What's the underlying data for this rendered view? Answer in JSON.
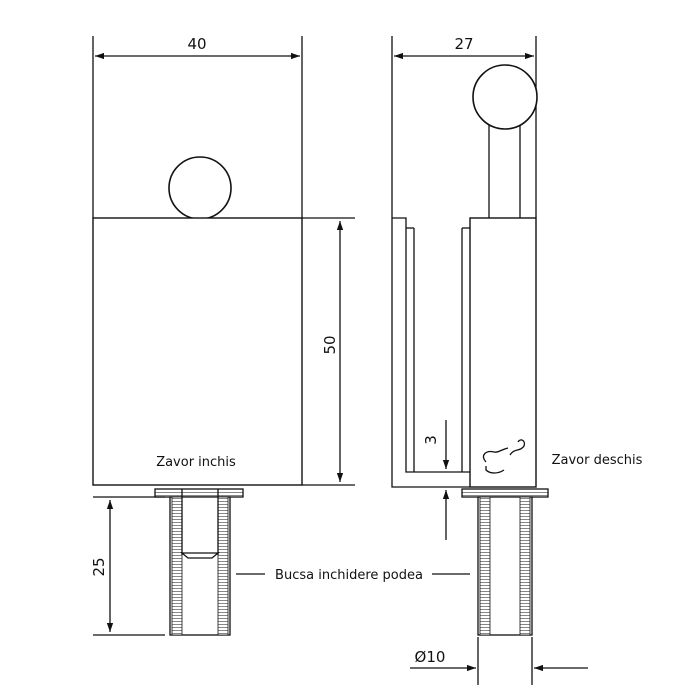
{
  "dimensions": {
    "width_front": "40",
    "height_body": "50",
    "bushing_depth": "25",
    "width_side": "27",
    "gap": "3",
    "diameter": "Ø10"
  },
  "labels": {
    "closed": "Zavor inchis",
    "open": "Zavor deschis",
    "bushing": "Bucsa inchidere podea"
  },
  "colors": {
    "line": "#111111",
    "background": "#ffffff"
  }
}
